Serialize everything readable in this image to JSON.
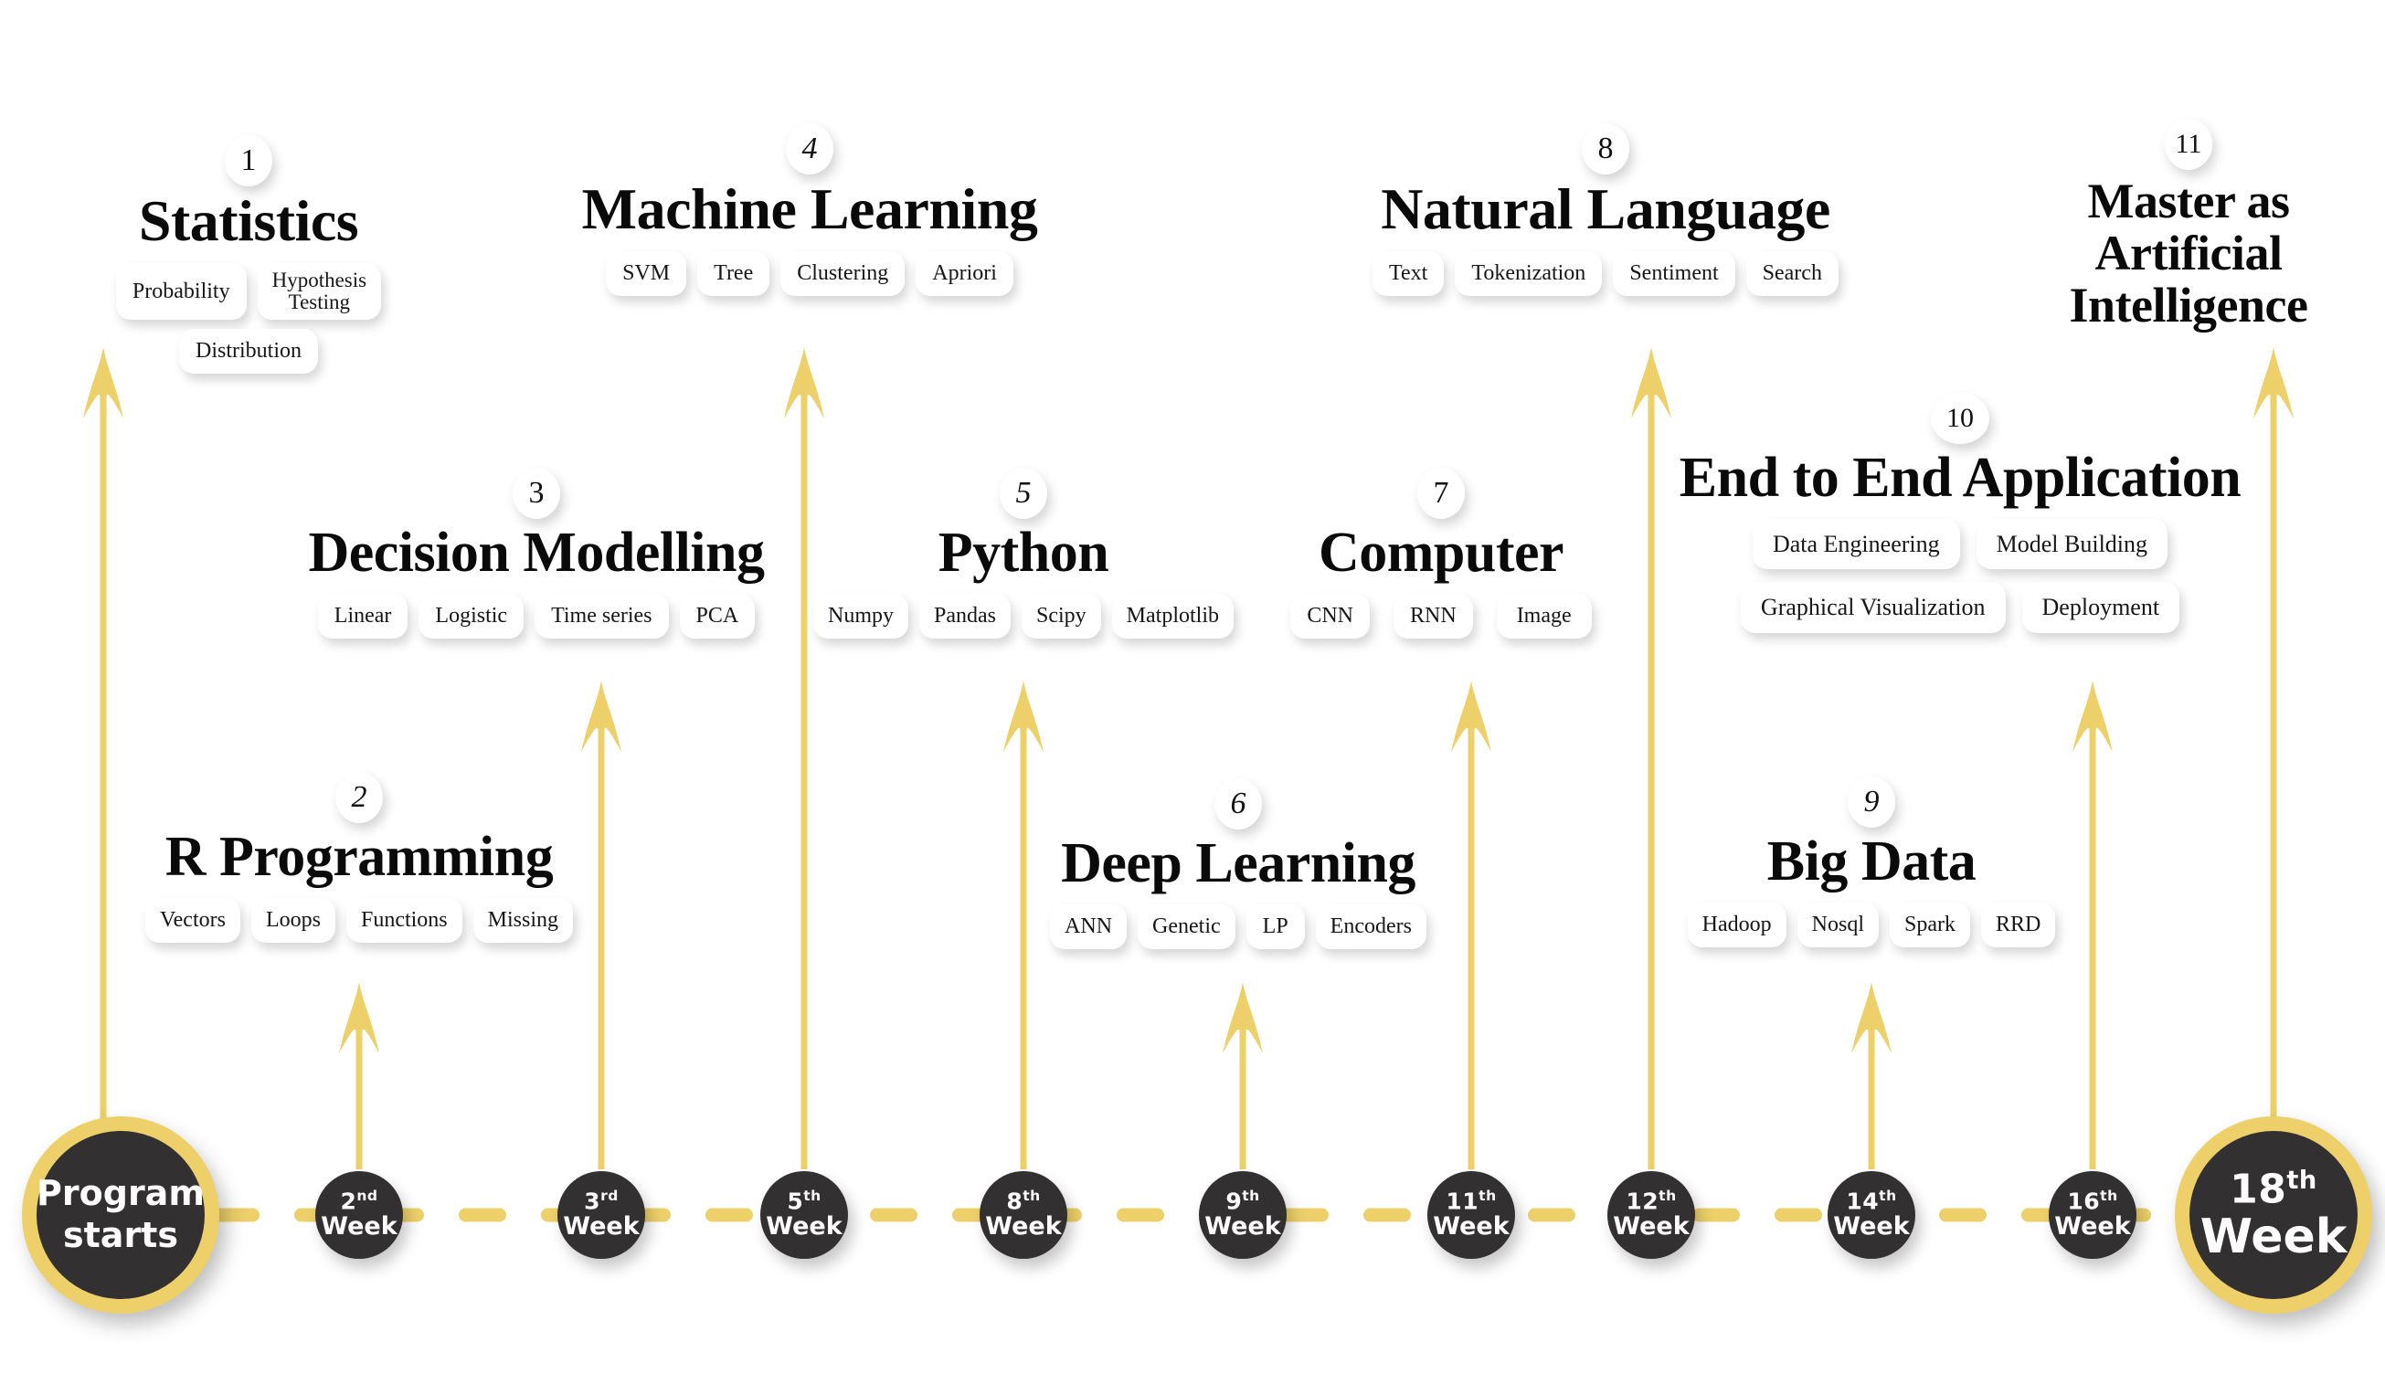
{
  "colors": {
    "gold": "#EDD06A",
    "arrow_gold": "#EDD06A",
    "node_dark": "#333031",
    "background": "#FFFFFF",
    "title_text": "#0A0A0A",
    "tag_text": "#161616",
    "node_text": "#FFFFFF"
  },
  "timeline": {
    "start_node": {
      "line1": "Program",
      "line2": "starts"
    },
    "end_node": {
      "number": "18",
      "ordinal": "th",
      "word": "Week"
    },
    "week_nodes": [
      {
        "number": "2",
        "ordinal": "nd",
        "word": "Week"
      },
      {
        "number": "3",
        "ordinal": "rd",
        "word": "Week"
      },
      {
        "number": "5",
        "ordinal": "th",
        "word": "Week"
      },
      {
        "number": "8",
        "ordinal": "th",
        "word": "Week"
      },
      {
        "number": "9",
        "ordinal": "th",
        "word": "Week"
      },
      {
        "number": "11",
        "ordinal": "th",
        "word": "Week"
      },
      {
        "number": "12",
        "ordinal": "th",
        "word": "Week"
      },
      {
        "number": "14",
        "ordinal": "th",
        "word": "Week"
      },
      {
        "number": "16",
        "ordinal": "th",
        "word": "Week"
      }
    ]
  },
  "modules": [
    {
      "number": "1",
      "title": "Statistics",
      "tags": [
        "Probability",
        "Hypothesis\nTesting",
        "Distribution"
      ]
    },
    {
      "number": "2",
      "title": "R Programming",
      "tags": [
        "Vectors",
        "Loops",
        "Functions",
        "Missing"
      ]
    },
    {
      "number": "3",
      "title": "Decision Modelling",
      "tags": [
        "Linear",
        "Logistic",
        "Time series",
        "PCA"
      ]
    },
    {
      "number": "4",
      "title": "Machine Learning",
      "tags": [
        "SVM",
        "Tree",
        "Clustering",
        "Apriori"
      ]
    },
    {
      "number": "5",
      "title": "Python",
      "tags": [
        "Numpy",
        "Pandas",
        "Scipy",
        "Matplotlib"
      ]
    },
    {
      "number": "6",
      "title": "Deep Learning",
      "tags": [
        "ANN",
        "Genetic",
        "LP",
        "Encoders"
      ]
    },
    {
      "number": "7",
      "title": "Computer",
      "tags": [
        "CNN",
        "RNN",
        "Image"
      ]
    },
    {
      "number": "8",
      "title": "Natural Language",
      "tags": [
        "Text",
        "Tokenization",
        "Sentiment",
        "Search"
      ]
    },
    {
      "number": "9",
      "title": "Big Data",
      "tags": [
        "Hadoop",
        "Nosql",
        "Spark",
        "RRD"
      ]
    },
    {
      "number": "10",
      "title": "End to End Application",
      "tags": [
        "Data Engineering",
        "Model Building",
        "Graphical Visualization",
        "Deployment"
      ]
    },
    {
      "number": "11",
      "title": "Master as Artificial Intelligence",
      "tags": []
    }
  ]
}
